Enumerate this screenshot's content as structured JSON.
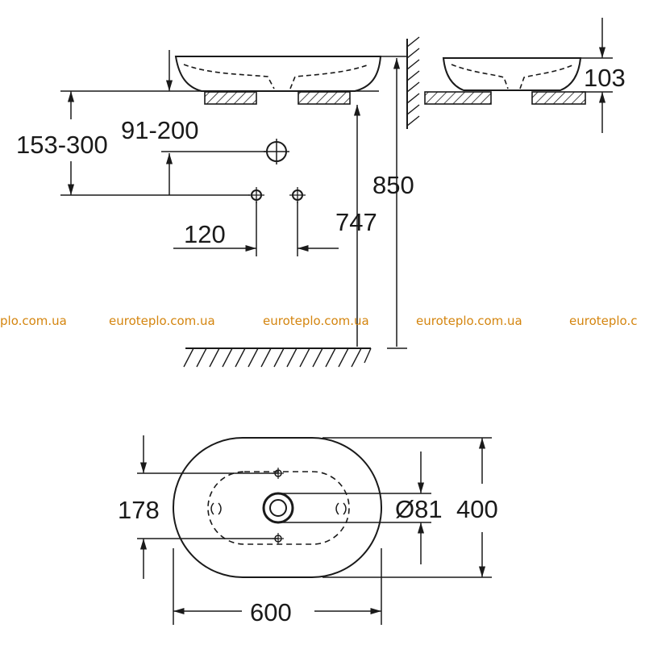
{
  "dimensions": {
    "drain_height_range": "153-300",
    "supply_height_range": "91-200",
    "supply_spacing": "120",
    "basin_top_height": "850",
    "counter_height": "747",
    "basin_height": "103",
    "drain_spacing": "178",
    "drain_diameter": "Ø81",
    "basin_depth": "400",
    "basin_width": "600"
  },
  "watermark": {
    "text": "euroteplo.com.ua",
    "partial_left": "plo.com.ua",
    "partial_right": "euroteplo.c",
    "color": "#d4850f"
  },
  "colors": {
    "line": "#1a1a1a",
    "background": "#ffffff"
  }
}
